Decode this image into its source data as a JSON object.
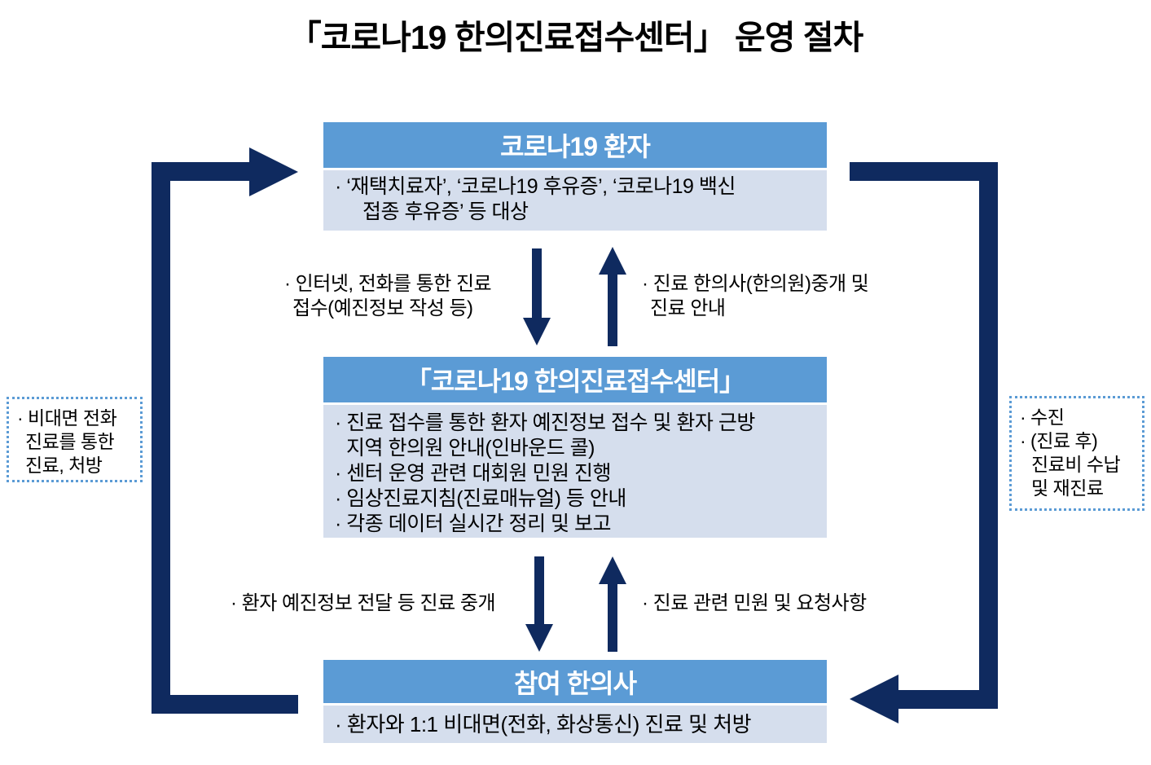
{
  "title": "「코로나19 한의진료접수센터」 운영 절차",
  "colors": {
    "header_blue": "#5B9BD5",
    "body_fill": "#D5DEED",
    "arrow_navy": "#0F2A5F",
    "note_border_blue": "#5B9BD5",
    "header_text": "#FFFFFF",
    "body_text": "#000000"
  },
  "boxes": [
    {
      "id": "patient",
      "header": "코로나19 환자",
      "body_lines": [
        "·  ‘재택치료자’, ‘코로나19 후유증’, ‘코로나19 백신",
        "접종 후유증’ 등 대상"
      ]
    },
    {
      "id": "center",
      "header": "「코로나19 한의진료접수센터」",
      "body_lines": [
        "· 진료 접수를 통한 환자 예진정보 접수 및 환자 근방",
        "지역 한의원 안내(인바운드 콜)",
        "· 센터 운영 관련 대회원 민원 진행",
        "· 임상진료지침(진료매뉴얼) 등 안내",
        "· 각종 데이터 실시간 정리 및 보고"
      ]
    },
    {
      "id": "doctor",
      "header": "참여 한의사",
      "body_lines": [
        "· 환자와 1:1 비대면(전화, 화상통신) 진료 및 처방"
      ]
    }
  ],
  "flow_labels": {
    "patient_to_center": [
      "· 인터넷, 전화를 통한 진료",
      "접수(예진정보 작성 등)"
    ],
    "center_to_patient": [
      "· 진료 한의사(한의원)중개 및",
      "진료 안내"
    ],
    "center_to_doctor": [
      "· 환자 예진정보 전달 등 진료 중개"
    ],
    "doctor_to_center": [
      "· 진료 관련 민원 및 요청사항"
    ]
  },
  "side_notes": {
    "left": [
      "· 비대면 전화",
      "진료를 통한",
      "진료, 처방"
    ],
    "right": [
      "· 수진",
      "· (진료 후)",
      "진료비 수납",
      "및 재진료"
    ]
  }
}
